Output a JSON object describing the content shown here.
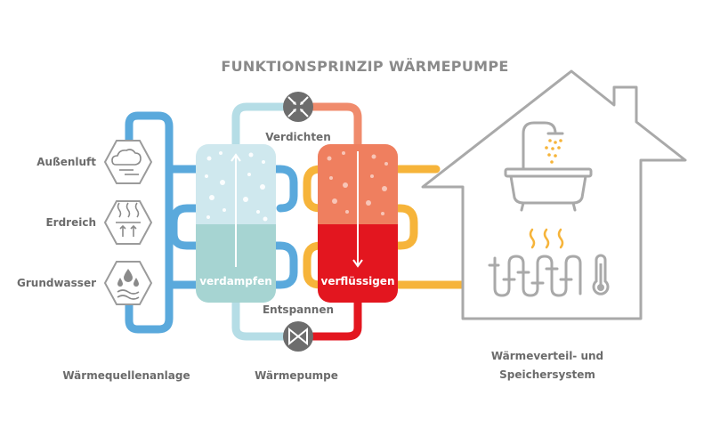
{
  "title": "FUNKTIONSPRINZIP WÄRMEPUMPE",
  "sources": {
    "air": "Außenluft",
    "ground": "Erdreich",
    "water": "Grundwasser"
  },
  "steps": {
    "compress": "Verdichten",
    "expand": "Entspannen",
    "evaporate": "verdampfen",
    "condense": "verflüssigen"
  },
  "sections": {
    "source": "Wärmequellenanlage",
    "pump": "Wärmepumpe",
    "distribution_line1": "Wärmeverteil- und",
    "distribution_line2": "Speichersystem"
  },
  "colors": {
    "cold_pipe": "#5aa9dc",
    "cool_pipe": "#b5dde6",
    "warm_pipe": "#f08b6c",
    "hot_pipe": "#e3161f",
    "heat_pipe": "#f6b43a",
    "evaporator_top": "#cfe8ee",
    "evaporator_bottom": "#a6d4d2",
    "condenser_top": "#ef7f5f",
    "condenser_bottom": "#e3161f",
    "house": "#a9a9a9",
    "hex": "#9b9b9b"
  }
}
